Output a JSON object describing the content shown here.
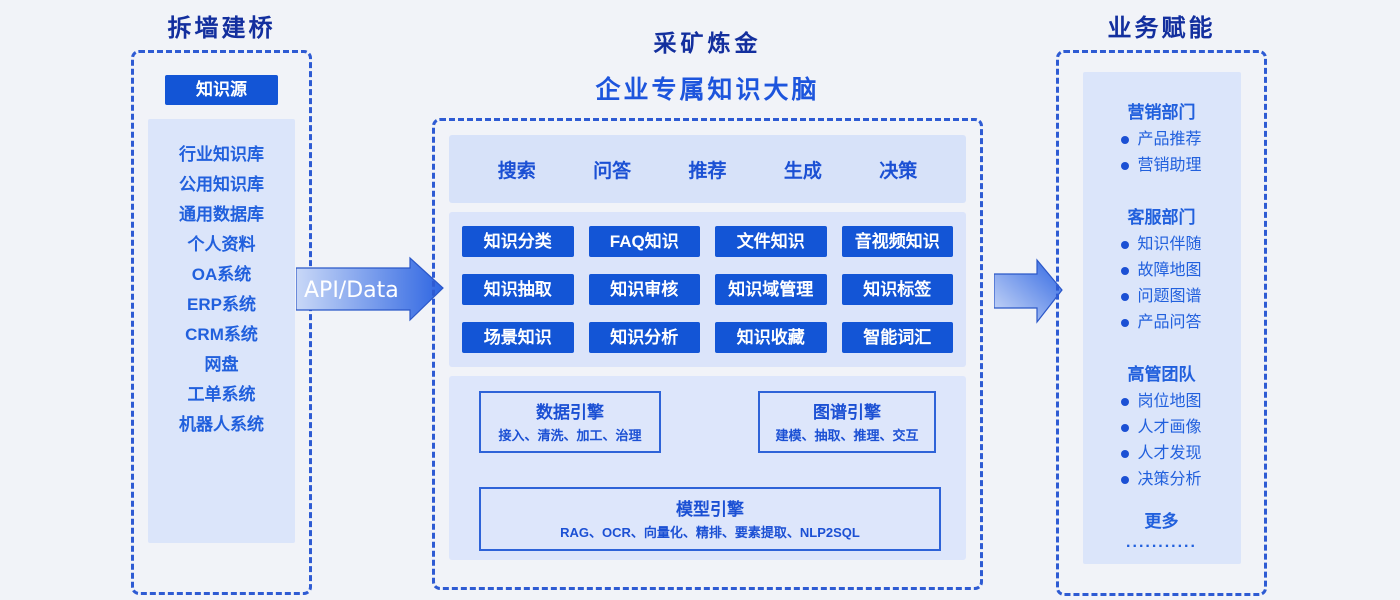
{
  "colors": {
    "background": "#f1f3f8",
    "accent_blue": "#1355d6",
    "text_blue": "#2160dd",
    "dark_title_blue": "#132f9e",
    "dashed_border_blue": "#2e5bd3",
    "panel_blue": "#dbe5fa"
  },
  "left": {
    "title": "拆墙建桥",
    "source_label": "知识源",
    "items": [
      "行业知识库",
      "公用知识库",
      "通用数据库",
      "个人资料",
      "OA系统",
      "ERP系统",
      "CRM系统",
      "网盘",
      "工单系统",
      "机器人系统"
    ]
  },
  "arrow_api": {
    "label": "API/Data"
  },
  "center": {
    "title": "采矿炼金",
    "subtitle": "企业专属知识大脑",
    "tabs": [
      "搜索",
      "问答",
      "推荐",
      "生成",
      "决策"
    ],
    "capabilities": [
      "知识分类",
      "FAQ知识",
      "文件知识",
      "音视频知识",
      "知识抽取",
      "知识审核",
      "知识域管理",
      "知识标签",
      "场景知识",
      "知识分析",
      "知识收藏",
      "智能词汇"
    ],
    "engines": [
      {
        "name": "数据引擎",
        "desc": "接入、清洗、加工、治理"
      },
      {
        "name": "图谱引擎",
        "desc": "建模、抽取、推理、交互"
      }
    ],
    "model_engine": {
      "name": "模型引擎",
      "desc": "RAG、OCR、向量化、精排、要素提取、NLP2SQL"
    }
  },
  "right": {
    "title": "业务赋能",
    "sections": [
      {
        "name": "营销部门",
        "items": [
          "产品推荐",
          "营销助理"
        ]
      },
      {
        "name": "客服部门",
        "items": [
          "知识伴随",
          "故障地图",
          "问题图谱",
          "产品问答"
        ]
      },
      {
        "name": "高管团队",
        "items": [
          "岗位地图",
          "人才画像",
          "人才发现",
          "决策分析"
        ]
      }
    ],
    "more": "更多",
    "dots": "..........."
  }
}
